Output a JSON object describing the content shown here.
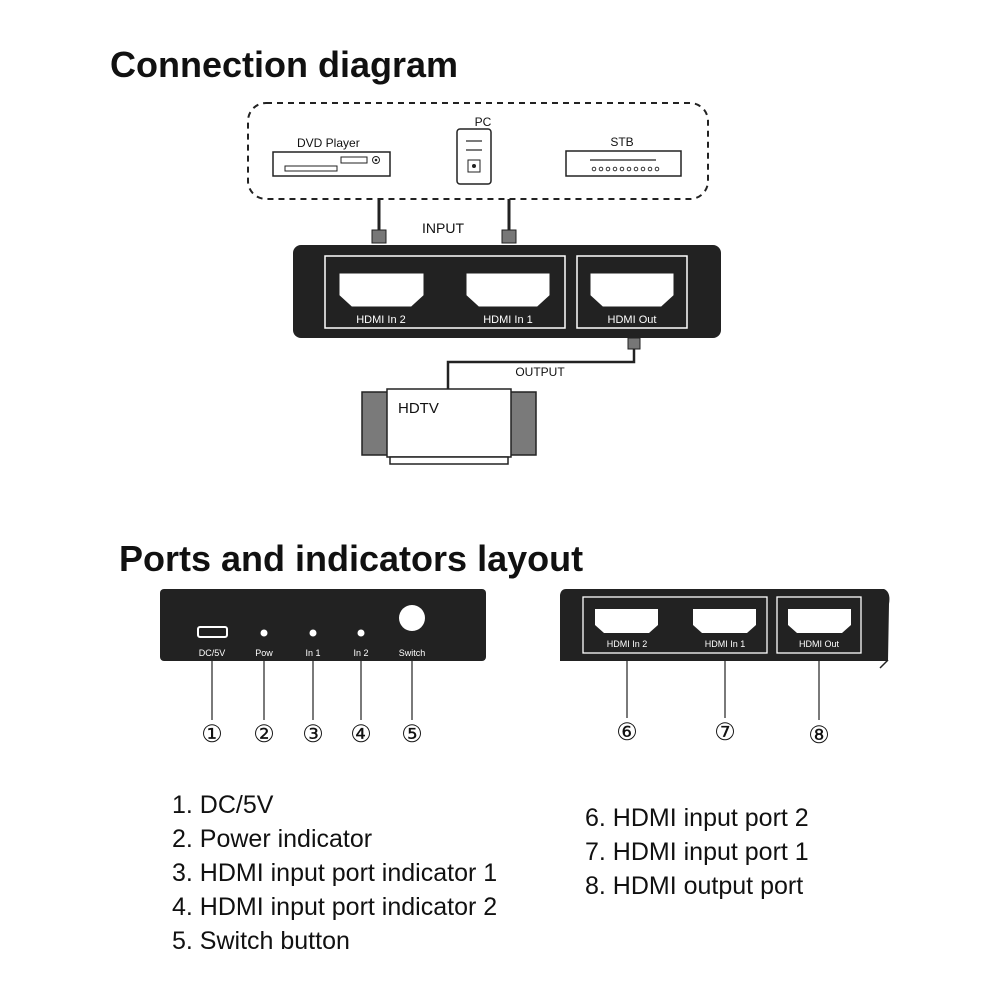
{
  "connection": {
    "title": "Connection diagram",
    "sources": {
      "dvd": "DVD  Player",
      "pc": "PC",
      "stb": "STB"
    },
    "input_label": "INPUT",
    "output_label": "OUTPUT",
    "ports": {
      "in2": "HDMI In 2",
      "in1": "HDMI In 1",
      "out": "HDMI Out"
    },
    "tv_label": "HDTV"
  },
  "layout": {
    "title": "Ports and indicators layout",
    "front": {
      "dc": "DC/5V",
      "pow": "Pow",
      "in1": "In 1",
      "in2": "In 2",
      "switch": "Switch"
    },
    "rear": {
      "in2": "HDMI In 2",
      "in1": "HDMI In 1",
      "out": "HDMI Out"
    },
    "markers": [
      "①",
      "②",
      "③",
      "④",
      "⑤",
      "⑥",
      "⑦",
      "⑧"
    ],
    "legend_left": [
      "1. DC/5V",
      "2. Power indicator",
      "3. HDMI input port indicator 1",
      "4. HDMI input port indicator 2",
      "5. Switch button"
    ],
    "legend_right": [
      "6. HDMI input port 2",
      "7. HDMI input port 1",
      "8. HDMI output port"
    ]
  }
}
